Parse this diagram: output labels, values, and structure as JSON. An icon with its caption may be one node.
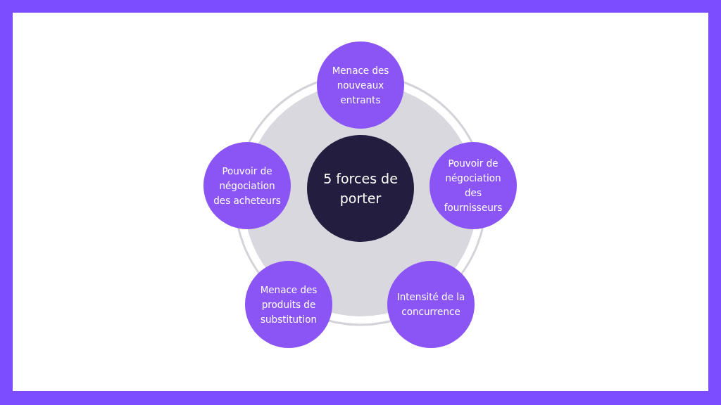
{
  "diagram": {
    "nodes": [
      {
        "text": [
          "Menace des nouveaux entrants"
        ]
      },
      {
        "text": [
          "Pouvoir de négociation des acheteurs"
        ]
      },
      {
        "text": [
          "5 forces de porter"
        ]
      },
      {
        "text": [
          "Pouvoir de négociation des fournisseurs"
        ]
      },
      {
        "text": [
          "Menace des produits de substitution"
        ]
      },
      {
        "text": [
          "Intensité de la concurrence"
        ]
      }
    ],
    "edges": []
  }
}
